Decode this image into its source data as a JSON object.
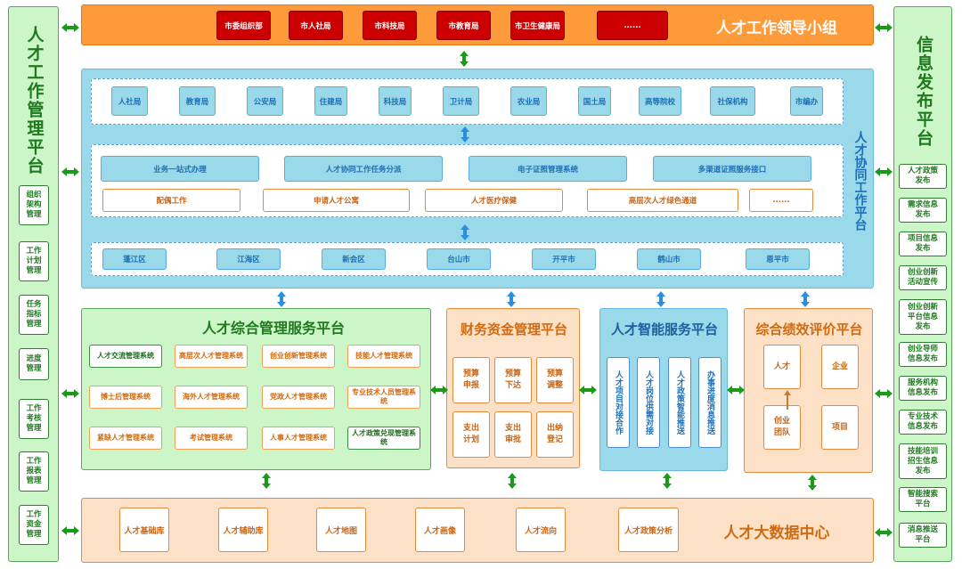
{
  "colors": {
    "green_panel": "#ccf5c8",
    "green_text": "#1f7a1f",
    "orange_bar": "#fd9a3a",
    "red_button": "#cc0000",
    "blue_panel": "#99d9ea",
    "blue_text": "#1d6fb8",
    "orange_panel": "#fde1c7",
    "orange_text": "#c86414"
  },
  "left_panel": {
    "title": "人才工作管理平台",
    "items": [
      "组织\n架构\n管理",
      "工作\n计划\n管理",
      "任务\n指标\n管理",
      "进度\n管理",
      "工作\n考核\n管理",
      "工作\n报表\n管理",
      "工作\n资金\n管理"
    ]
  },
  "right_panel": {
    "title": "信息发布平台",
    "items": [
      "人才政策\n发布",
      "需求信息\n发布",
      "项目信息\n发布",
      "创业创新\n活动宣传",
      "创业创新\n平台信息\n发布",
      "创业导师\n信息发布",
      "服务机构\n信息发布",
      "专业技术\n信息发布",
      "技能培训\n招生信息\n发布",
      "智能搜索\n平台",
      "消息推送\n平台"
    ]
  },
  "leadership": {
    "title": "人才工作领导小组",
    "members": [
      "市委组织部",
      "市人社局",
      "市科技局",
      "市教育局",
      "市卫生健康局",
      "......"
    ]
  },
  "collaboration": {
    "title": "人才协同工作平台",
    "departments": [
      "人社局",
      "教育局",
      "公安局",
      "住建局",
      "科技局",
      "卫计局",
      "农业局",
      "国土局",
      "高等院校",
      "社保机构",
      "市编办"
    ],
    "systems": [
      "业务一站式办理",
      "人才协同工作任务分派",
      "电子证照管理系统",
      "多渠道证照服务接口"
    ],
    "services": [
      "配偶工作",
      "申请人才公寓",
      "人才医疗保健",
      "高层次人才绿色通道",
      "......"
    ],
    "districts": [
      "蓬江区",
      "江海区",
      "新会区",
      "台山市",
      "开平市",
      "鹤山市",
      "恩平市"
    ]
  },
  "comprehensive": {
    "title": "人才综合管理服务平台",
    "systems": [
      {
        "label": "人才交流管理系统",
        "style": "green"
      },
      {
        "label": "高层次人才管理系统",
        "style": "orange"
      },
      {
        "label": "创业创新管理系统",
        "style": "orange"
      },
      {
        "label": "技能人才管理系统",
        "style": "orange"
      },
      {
        "label": "博士后管理系统",
        "style": "orange"
      },
      {
        "label": "海外人才管理系统",
        "style": "orange"
      },
      {
        "label": "党政人才管理系统",
        "style": "orange"
      },
      {
        "label": "专业技术人员管理系统",
        "style": "orange"
      },
      {
        "label": "紧缺人才管理系统",
        "style": "orange"
      },
      {
        "label": "考试管理系统",
        "style": "orange"
      },
      {
        "label": "人事人才管理系统",
        "style": "orange"
      },
      {
        "label": "人才政策兑现管理系统",
        "style": "green"
      }
    ]
  },
  "finance": {
    "title": "财务资金管理平台",
    "items": [
      "预算\n申报",
      "预算\n下达",
      "预算\n调整",
      "支出\n计划",
      "支出\n审批",
      "出纳\n登记"
    ]
  },
  "intelligent": {
    "title": "人才智能服务平台",
    "items": [
      "人才项目对接合作",
      "人才岗位供需对接",
      "人才政策智能推送",
      "办事进度消息推送"
    ]
  },
  "evaluation": {
    "title": "综合绩效评价平台",
    "items": [
      "人才",
      "企业",
      "创业\n团队",
      "项目"
    ]
  },
  "bigdata": {
    "title": "人才大数据中心",
    "items": [
      "人才基础库",
      "人才辅助库",
      "人才地图",
      "人才画像",
      "人才流向",
      "人才政策分析"
    ]
  }
}
